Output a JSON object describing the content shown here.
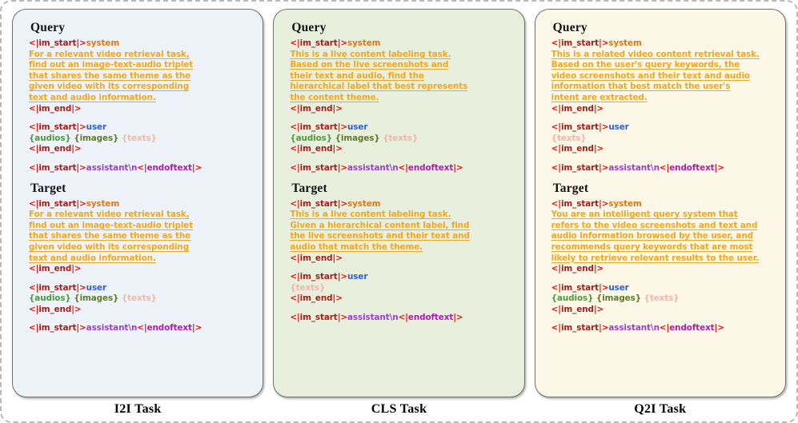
{
  "figure": {
    "token_start": "<|im_start|>",
    "token_end": "<|im_end|>",
    "token_eot": "<|endoftext|>",
    "assistant_suffix": "assistant\\n",
    "roles": {
      "system": "system",
      "user": "user",
      "assistant": "assistant"
    },
    "placeholders": {
      "audios": "{audios}",
      "images": "{images}",
      "texts": "{texts}"
    },
    "section_labels": {
      "query": "Query",
      "target": "Target"
    },
    "colors": {
      "bracket": "#e8150f",
      "token": "#a4201c",
      "system": "#d97a16",
      "user": "#2f5fd0",
      "assistant": "#9c3fd1",
      "endoftext": "#b01bb0",
      "prompt": "#f0a81e",
      "audios": "#4c9a3f",
      "images": "#5f7a2a",
      "texts": "#f0b7a8",
      "panel_blue": "#eef2f9",
      "panel_green": "#e9efdd",
      "panel_cream": "#fcf7e7"
    }
  },
  "panels": [
    {
      "id": "i2i",
      "label": "I2I Task",
      "theme": "blue",
      "query": {
        "heading": "Query",
        "system_prompt": [
          "For a relevant video retrieval task,",
          "find out an image-text-audio triplet",
          "that shares the same theme as the",
          "given video with its corresponding",
          "text and audio information."
        ],
        "user_payload": [
          "{audios}",
          "{images}",
          "{texts}"
        ]
      },
      "target": {
        "heading": "Target",
        "system_prompt": [
          "For a relevant video retrieval task,",
          "find out an image-text-audio triplet",
          "that shares the same theme as the",
          "given video with its corresponding",
          "text and audio information."
        ],
        "user_payload": [
          "{audios}",
          "{images}",
          "{texts}"
        ]
      }
    },
    {
      "id": "cls",
      "label": "CLS Task",
      "theme": "green",
      "query": {
        "heading": "Query",
        "system_prompt": [
          "This is a live content labeling task.",
          "Based on the live screenshots and",
          "their text and audio, find the",
          "hierarchical label that best represents",
          "the content theme."
        ],
        "user_payload": [
          "{audios}",
          "{images}",
          "{texts}"
        ]
      },
      "target": {
        "heading": "Target",
        "system_prompt": [
          "This is a live content labeling task.",
          "Given a hierarchical content label, find",
          "the live screenshots and their text and",
          "audio that match the theme."
        ],
        "user_payload": [
          "{texts}"
        ]
      }
    },
    {
      "id": "q2i",
      "label": "Q2I Task",
      "theme": "cream",
      "query": {
        "heading": "Query",
        "system_prompt": [
          "This is a related video content retrieval task.",
          "Based on the user's query keywords, the",
          "video screenshots and their text and audio",
          "information that best match the user's",
          "intent are extracted."
        ],
        "user_payload": [
          "{texts}"
        ]
      },
      "target": {
        "heading": "Target",
        "system_prompt": [
          "You are an intelligent query system that",
          "refers to the video screenshots and text and",
          "audio information browsed by the user, and",
          "recommends query keywords that are most",
          "likely to retrieve relevant results to the user."
        ],
        "user_payload": [
          "{audios}",
          "{images}",
          "{texts}"
        ]
      }
    }
  ]
}
